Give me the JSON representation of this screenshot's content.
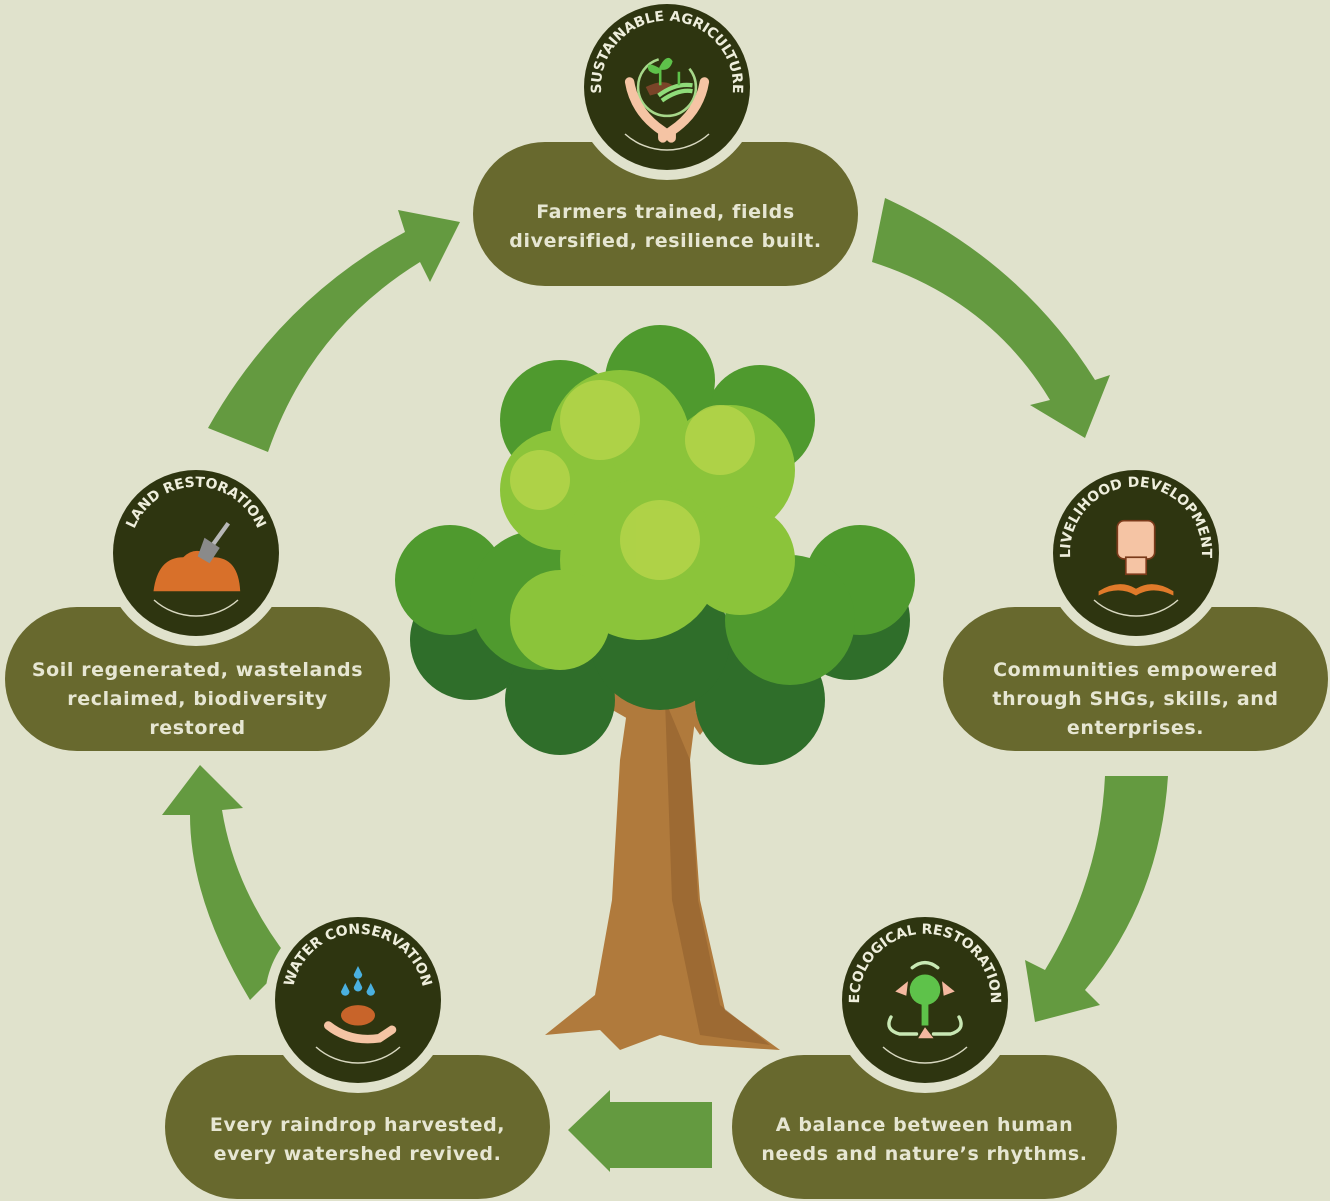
{
  "colors": {
    "background": "#e0e2cc",
    "pill": "#68692e",
    "badge": "#2e3510",
    "arrow": "#649a40"
  },
  "stages": [
    {
      "title": "SUSTAINABLE AGRICULTURE",
      "text": "Farmers trained, fields\ndiversified, resilience built.",
      "icon": "hands-seedling-icon"
    },
    {
      "title": "LIVELIHOOD DEVELOPMENT",
      "text": "Communities empowered\nthrough SHGs, skills, and\nenterprises.",
      "icon": "raised-fist-book-icon"
    },
    {
      "title": "ECOLOGICAL RESTORATION",
      "text": "A balance between human\nneeds and nature’s rhythms.",
      "icon": "recycle-tree-icon"
    },
    {
      "title": "WATER CONSERVATION",
      "text": "Every raindrop harvested,\nevery watershed revived.",
      "icon": "hand-water-drops-icon"
    },
    {
      "title": "LAND RESTORATION",
      "text": "Soil regenerated, wastelands\nreclaimed, biodiversity\nrestored",
      "icon": "shovel-soil-icon"
    }
  ]
}
